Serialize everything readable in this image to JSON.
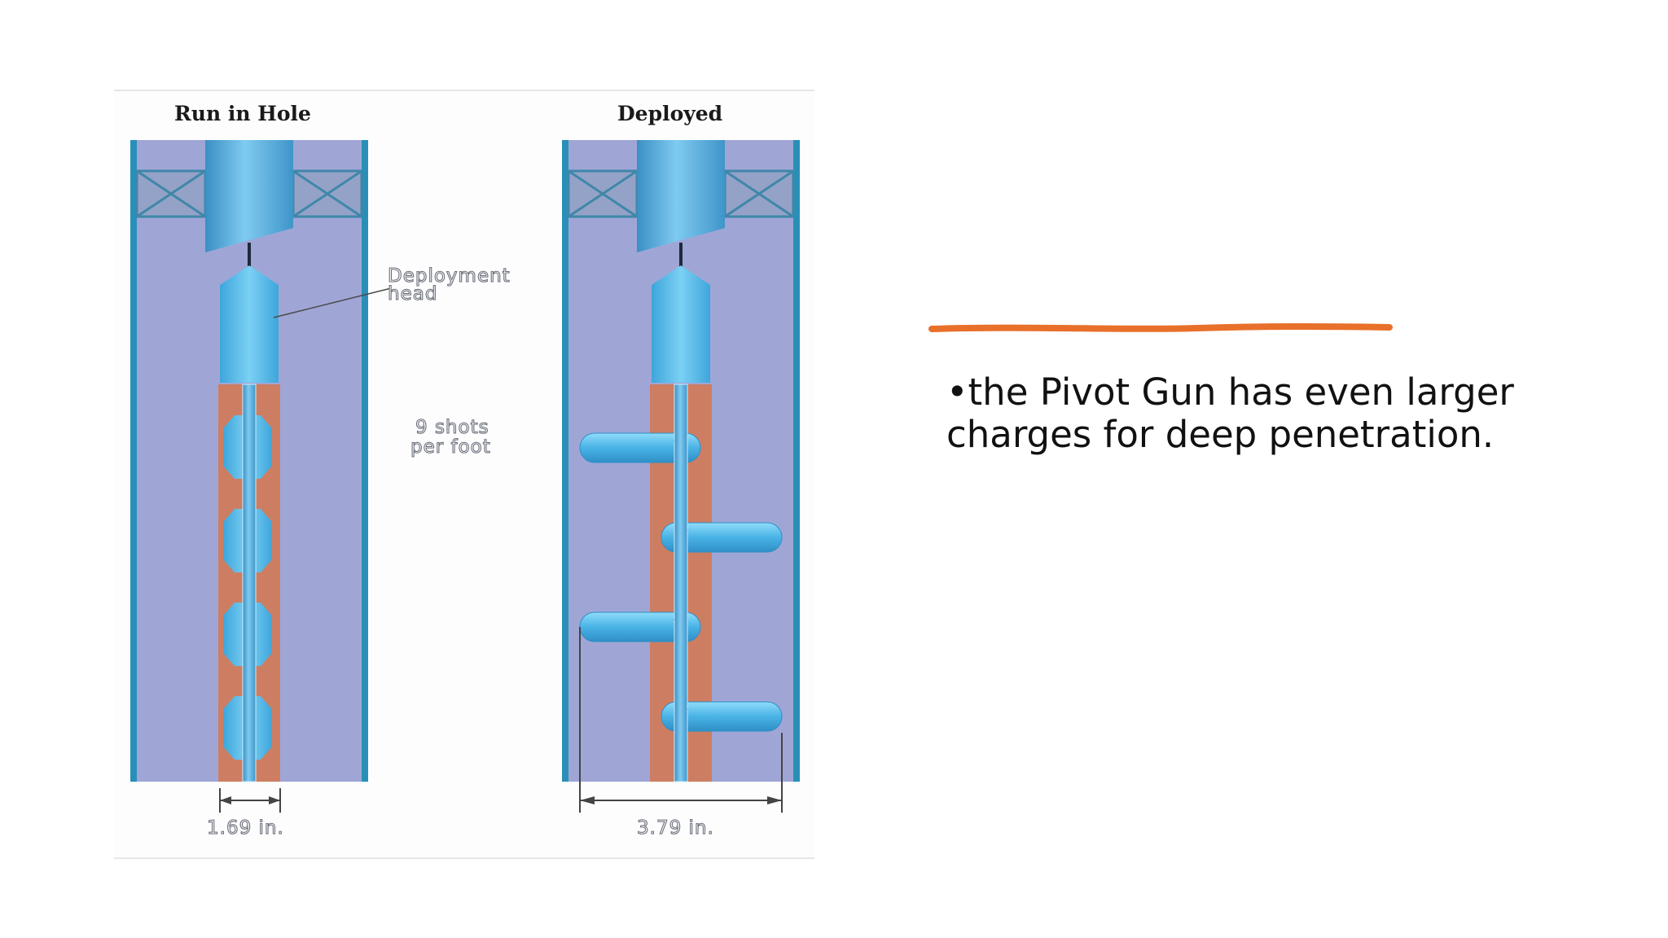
{
  "diagram": {
    "left_title": "Run in Hole",
    "right_title": "Deployed",
    "callout_head_line1": "Deployment",
    "callout_head_line2": "head",
    "shots_line1": "9 shots",
    "shots_line2": "per foot",
    "left_dimension": "1.69 in.",
    "right_dimension": "3.79 in.",
    "colors": {
      "casing": "#9fa6d6",
      "casing_wall": "#2a8fb8",
      "tool_body": "#53b6e8",
      "liner": "#cd7e62",
      "packer": "#3f87a8"
    }
  },
  "text": {
    "bullet": "•the Pivot Gun has even larger charges for deep penetration."
  },
  "accent": {
    "color": "#e8702a"
  }
}
